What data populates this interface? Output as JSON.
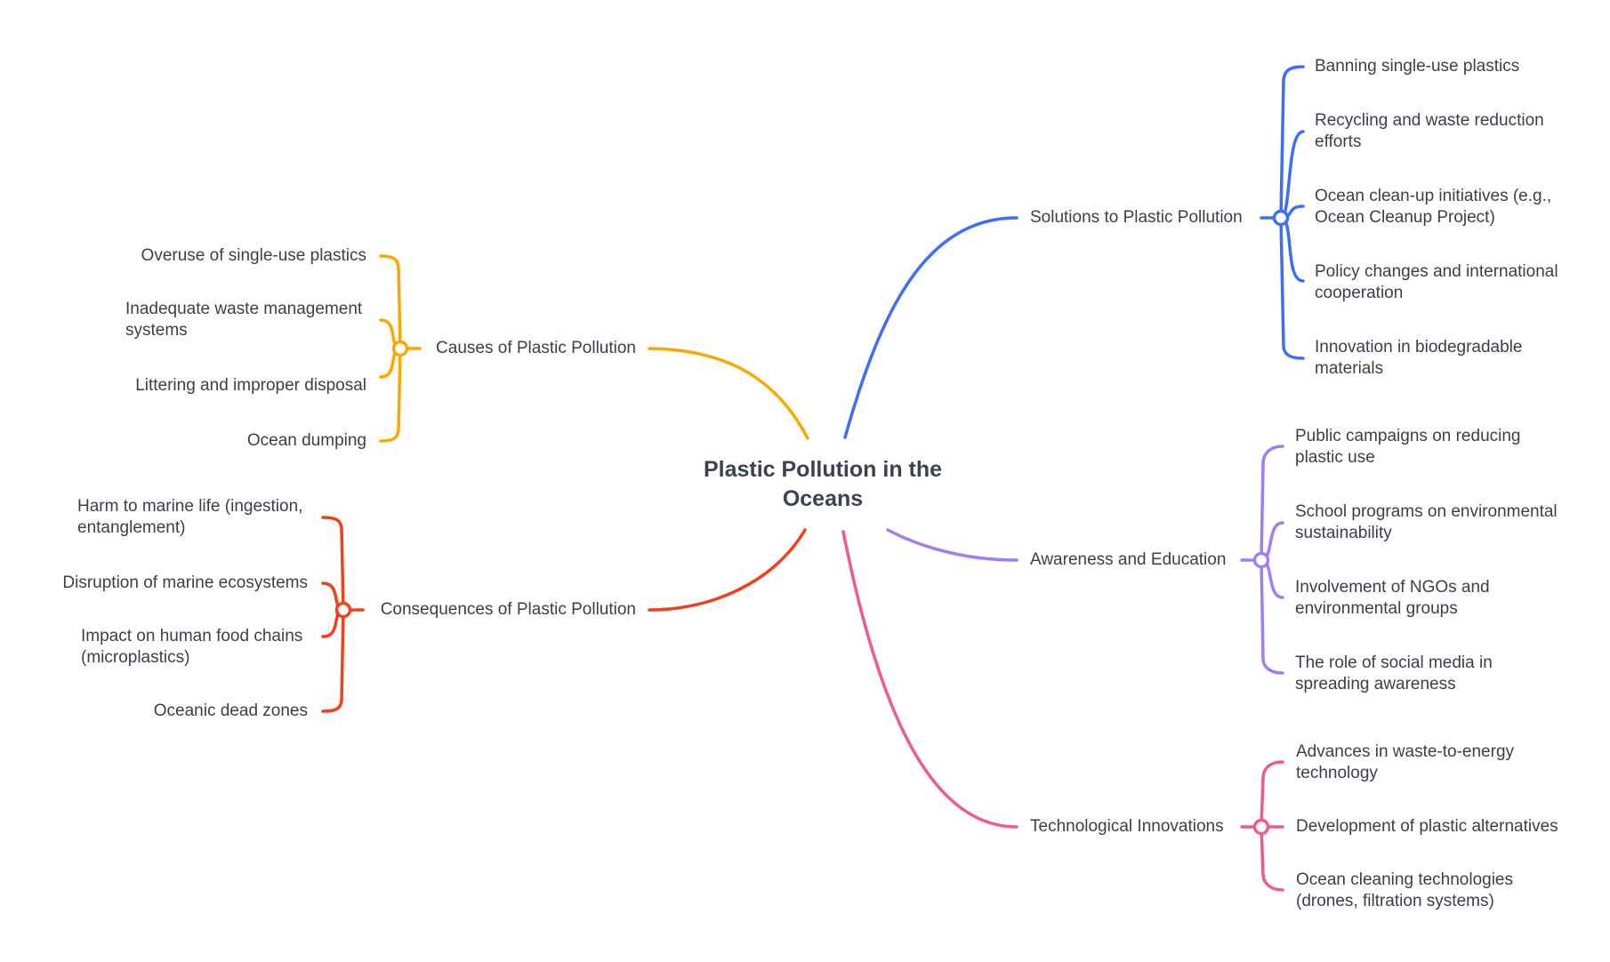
{
  "central_topic": "Plastic Pollution in the Oceans",
  "branches": {
    "causes": {
      "label": "Causes of Plastic Pollution",
      "color": "#f9a800",
      "items": [
        "Overuse of single-use plastics",
        "Inadequate waste management systems",
        "Littering and improper disposal",
        "Ocean dumping"
      ]
    },
    "consequences": {
      "label": "Consequences of Plastic Pollution",
      "color": "#f33f1c",
      "items": [
        "Harm to marine life (ingestion, entanglement)",
        "Disruption of marine ecosystems",
        "Impact on human food chains (microplastics)",
        "Oceanic dead zones"
      ]
    },
    "solutions": {
      "label": "Solutions to Plastic Pollution",
      "color": "#3d6ef5",
      "items": [
        "Banning single-use plastics",
        "Recycling and waste reduction efforts",
        "Ocean clean-up initiatives (e.g., Ocean Cleanup Project)",
        "Policy changes and international cooperation",
        "Innovation in biodegradable materials"
      ]
    },
    "awareness": {
      "label": "Awareness and Education",
      "color": "#a07ef0",
      "items": [
        "Public campaigns on reducing plastic use",
        "School programs on environmental sustainability",
        "Involvement of NGOs and environmental groups",
        "The role of social media in spreading awareness"
      ]
    },
    "technology": {
      "label": "Technological Innovations",
      "color": "#ee5a92",
      "items": [
        "Advances in waste-to-energy technology",
        "Development of plastic alternatives",
        "Ocean cleaning technologies (drones, filtration systems)"
      ]
    }
  }
}
